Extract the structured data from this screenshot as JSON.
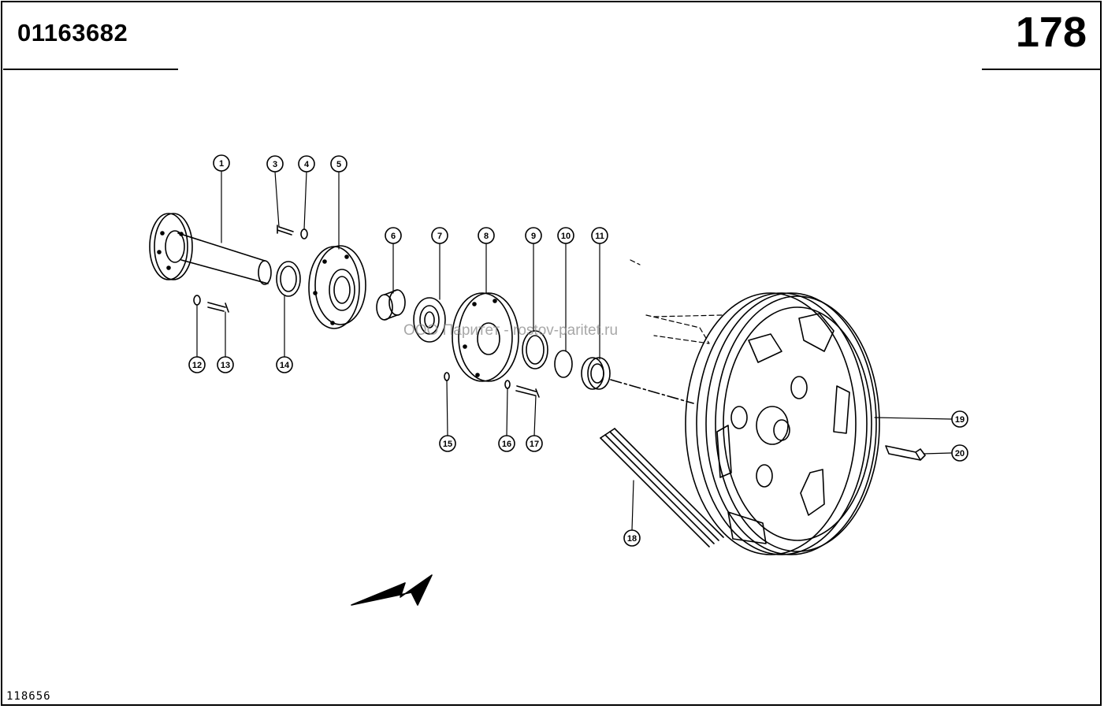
{
  "header": {
    "doc_number": "01163682",
    "page_number": "178"
  },
  "footer": {
    "drawing_id": "118656"
  },
  "watermark": "ООО Паритет - rostov-paritet.ru",
  "callouts": [
    "1",
    "3",
    "4",
    "5",
    "6",
    "7",
    "8",
    "9",
    "10",
    "11",
    "12",
    "13",
    "14",
    "15",
    "16",
    "17",
    "18",
    "19",
    "20"
  ]
}
